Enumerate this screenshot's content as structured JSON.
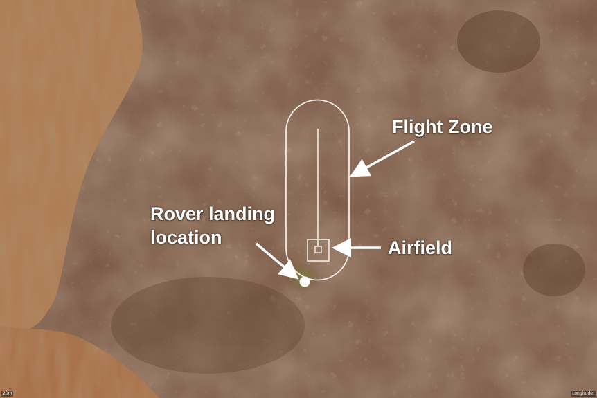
{
  "map": {
    "labels": {
      "flight_zone": "Flight Zone",
      "airfield": "Airfield",
      "rover_line1": "Rover landing",
      "rover_line2": "location"
    },
    "corner_text": {
      "scale": "20m",
      "coordinate": "Longitude:"
    },
    "colors": {
      "terrain_base": "#6e4a36",
      "dune_field": "#b07a4c",
      "rock_light": "#a3856a",
      "overlay": "#ffffff",
      "landing_stain": "#6f7a3a"
    }
  }
}
